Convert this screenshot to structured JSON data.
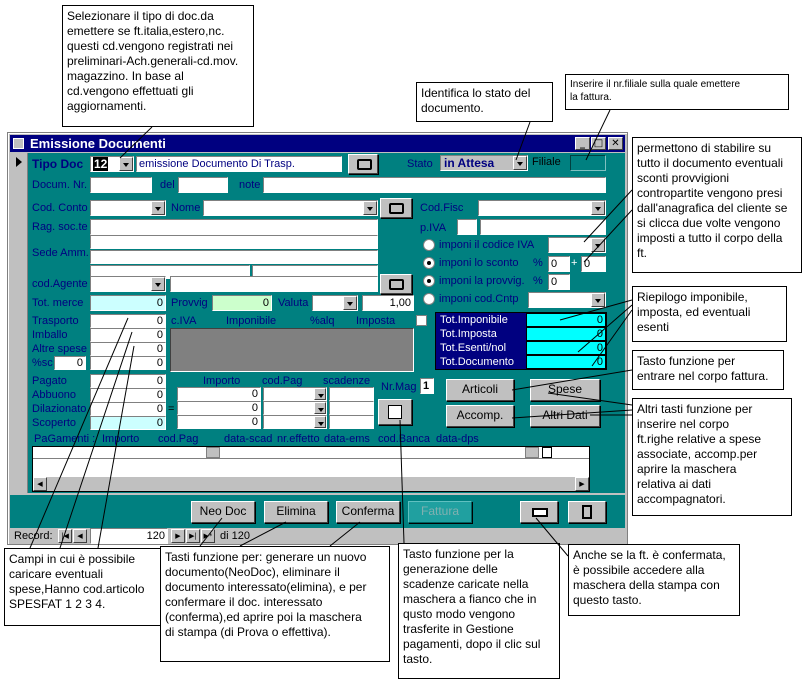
{
  "window": {
    "title": "Emissione Documenti"
  },
  "header": {
    "tipo_doc_label": "Tipo Doc",
    "tipo_doc_value": "12",
    "tipo_doc_desc": "emissione Documento Di Trasp.",
    "stato_label": "Stato",
    "stato_value": "in Attesa",
    "filiale_label": "Filiale",
    "docum_nr_label": "Docum. Nr.",
    "del_label": "del",
    "note_label": "note"
  },
  "cliente": {
    "cod_conto_label": "Cod. Conto",
    "nome_label": "Nome",
    "cod_fisc_label": "Cod.Fisc",
    "rag_soc_label": "Rag. soc.te",
    "piva_label": "p.IVA",
    "sede_amm_label": "Sede Amm.",
    "cod_agente_label": "cod.Agente"
  },
  "options": {
    "imponi_iva": "imponi il codice IVA",
    "imponi_sconto": "imponi lo sconto",
    "imponi_provvig": "imponi la provvig.",
    "imponi_cntp": "imponi cod.Cntp",
    "pct": "%",
    "plus": "+",
    "sconto1": "0",
    "sconto2": "0",
    "provvig": "0"
  },
  "totali": {
    "tot_merce_label": "Tot. merce",
    "tot_merce": "0",
    "provvig_label": "Provvig",
    "provvig": "0",
    "valuta_label": "Valuta",
    "cambio": "1,00",
    "trasporto_label": "Trasporto",
    "trasporto": "0",
    "imballo_label": "Imballo",
    "imballo": "0",
    "altre_spese_label": "Altre spese",
    "altre_spese": "0",
    "sc_label": "%sc",
    "sc1": "0",
    "sc2": "0"
  },
  "iva_table": {
    "h_civa": "c.IVA",
    "h_imponibile": "Imponibile",
    "h_alq": "%alq",
    "h_imposta": "Imposta"
  },
  "riepilogo": [
    {
      "label": "Tot.Imponibile",
      "value": "0"
    },
    {
      "label": "Tot.Imposta",
      "value": "0"
    },
    {
      "label": "Tot.Esenti/nol",
      "value": "0"
    },
    {
      "label": "Tot.Documento",
      "value": "0"
    }
  ],
  "pagamento": {
    "pagato_label": "Pagato",
    "abbuono_label": "Abbuono",
    "dilazionato_label": "Dilazionato",
    "scoperto_label": "Scoperto",
    "pagato": "0",
    "abbuono": "0",
    "dilazionato": "0",
    "scoperto": "0",
    "h_importo": "Importo",
    "h_codpag": "cod.Pag",
    "h_scadenze": "scadenze",
    "eq": "=",
    "row1": "0",
    "row2": "0",
    "row3": "0",
    "nrmag_label": "Nr.Mag",
    "nrmag": "1"
  },
  "buttons": {
    "articoli": "Articoli",
    "spese": "Spese",
    "accomp": "Accomp.",
    "altri_dati": "Altri Dati",
    "neo_doc": "Neo Doc",
    "elimina": "Elimina",
    "conferma": "Conferma",
    "fattura": "Fattura"
  },
  "grid_headers": [
    "PaGamenti :",
    "Importo",
    "cod.Pag",
    "data-scad",
    "nr.effetto",
    "data-ems",
    "cod.Banca",
    "data-dps"
  ],
  "record": {
    "label": "Record:",
    "current": "120",
    "of": "di 120"
  },
  "notes": {
    "n1": "Selezionare il tipo di doc.da\nemettere se ft.italia,estero,nc.\nquesti cd.vengono registrati nei\npreliminari-Ach.generali-cd.mov.\nmagazzino. In base al\ncd.vengono effettuati gli\naggiornamenti.",
    "n2": "Identifica lo stato del\ndocumento.",
    "n3": "Inserire il nr.filiale sulla quale emettere\nla fattura.",
    "n4": "permettono di stabilire su\ntutto il documento eventuali\nsconti provvigioni\ncontropartite vengono presi\ndall'anagrafica del cliente se\nsi clicca due volte vengono\nimposti a tutto il corpo della\nft.",
    "n5": "Riepilogo imponibile,\nimposta, ed eventuali\nesenti",
    "n6": "Tasto funzione per\nentrare nel corpo fattura.",
    "n7": "Altri tasti funzione per\ninserire nel corpo\nft.righe relative a spese\nassociate, accomp.per\naprire la maschera\nrelativa ai dati\naccompagnatori.",
    "n8": "Campi in cui è possibile\ncaricare eventuali\nspese,Hanno cod.articolo\nSPESFAT 1 2 3 4.",
    "n9": "Tasti funzione per: generare un nuovo\ndocumento(NeoDoc), eliminare il\ndocumento interessato(elimina), e per\nconfermare il doc. interessato\n(conferma),ed aprire poi la maschera\ndi stampa (di Prova o effettiva).",
    "n10": "Tasto funzione per la\ngenerazione delle\nscadenze caricate nella\nmaschera a fianco che in\nqusto modo vengono\ntrasferite in Gestione\npagamenti, dopo il clic sul\ntasto.",
    "n11": "Anche se la ft. è confermata,\nè possibile accedere alla\nmaschera della stampa con\nquesto tasto."
  }
}
